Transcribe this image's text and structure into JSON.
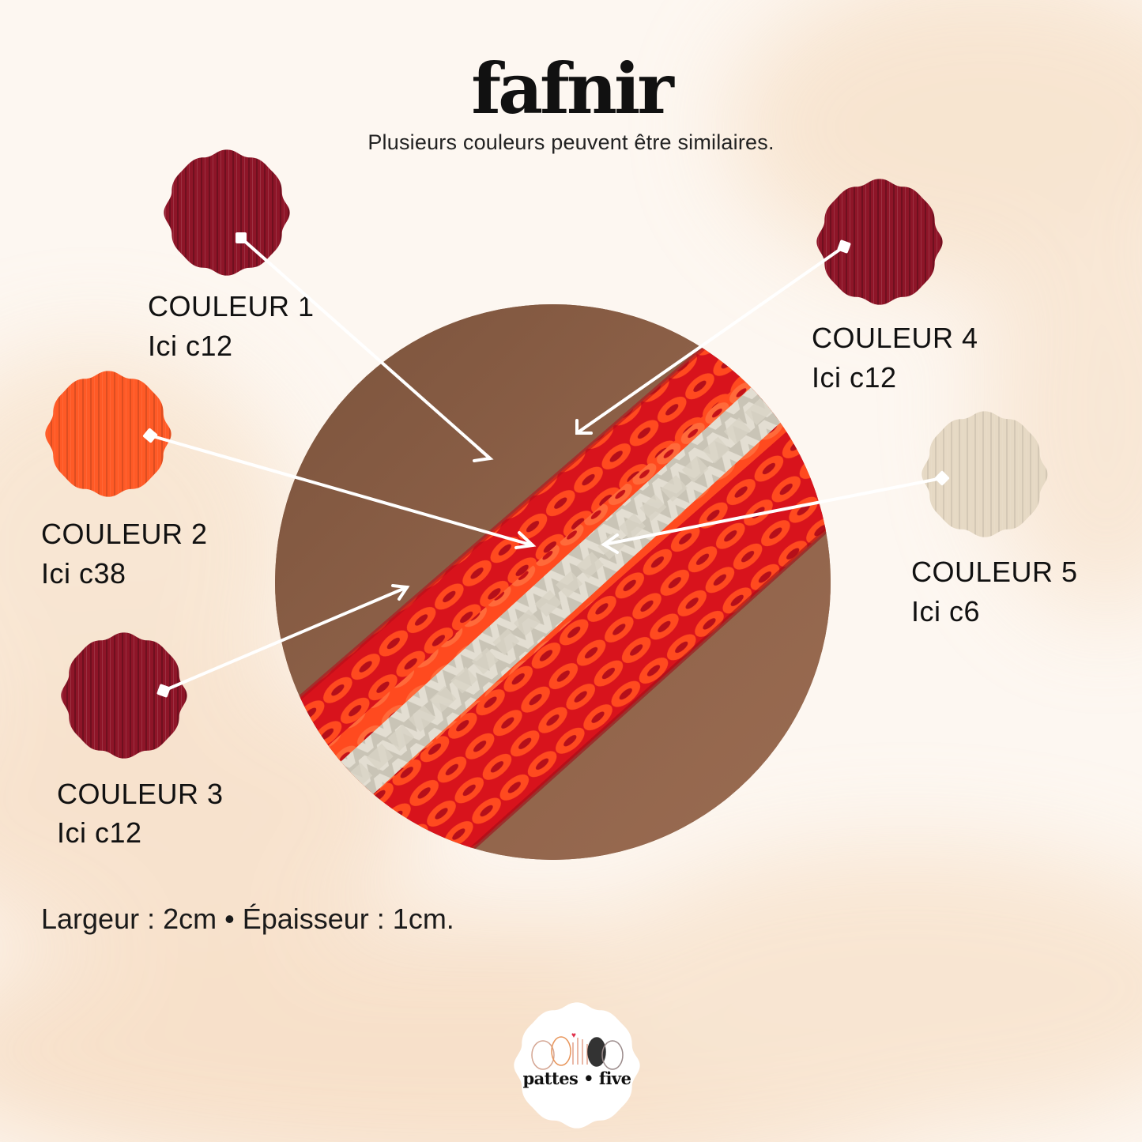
{
  "header": {
    "title": "fafnir",
    "subtitle": "Plusieurs couleurs peuvent être similaires."
  },
  "colors": [
    {
      "label": "COULEUR 1",
      "ref": "Ici c12",
      "swatch_color": "#8e1528",
      "icon": "cord-swatch-burgundy"
    },
    {
      "label": "COULEUR 2",
      "ref": "Ici c38",
      "swatch_color": "#ff5a26",
      "icon": "cord-swatch-orange"
    },
    {
      "label": "COULEUR 3",
      "ref": "Ici c12",
      "swatch_color": "#8e1528",
      "icon": "cord-swatch-burgundy"
    },
    {
      "label": "COULEUR 4",
      "ref": "Ici c12",
      "swatch_color": "#8e1528",
      "icon": "cord-swatch-burgundy"
    },
    {
      "label": "COULEUR 5",
      "ref": "Ici c6",
      "swatch_color": "#e6d9c4",
      "icon": "cord-swatch-cream"
    }
  ],
  "dimensions": "Largeur : 2cm • Épaisseur : 1cm.",
  "logo": {
    "text": "pattes • five"
  },
  "palette": {
    "background": "#fdf7f1",
    "wash": "#f5dcc0",
    "skin": "#8a5e45",
    "braid_red": "#d8131c",
    "braid_orange": "#ff4a1f",
    "braid_cream": "#d9d4c6"
  }
}
